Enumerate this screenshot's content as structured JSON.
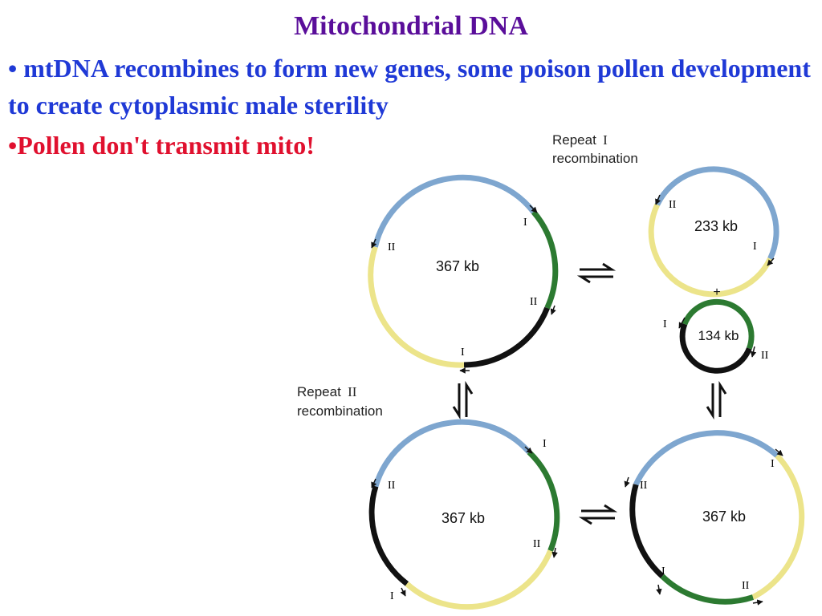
{
  "title": "Mitochondrial DNA",
  "bullets": [
    {
      "text": "• mtDNA recombines to form new genes, some poison pollen development to create cytoplasmic male sterility"
    },
    {
      "text": "•Pollen don't transmit mito!"
    }
  ],
  "colors": {
    "title": "#5a0e9a",
    "bullet_blue": "#1f39d6",
    "bullet_red": "#e0102e",
    "segment_blue": "#7ea6cf",
    "segment_green": "#2c7a31",
    "segment_yellow": "#ece48a",
    "segment_black": "#111111"
  },
  "diagram": {
    "repeat_i_label": {
      "word": "Repeat",
      "numeral": "I",
      "second_line": "recombination"
    },
    "repeat_ii_label": {
      "word": "Repeat",
      "numeral": "II",
      "second_line": "recombination"
    },
    "plus": "+",
    "circles": {
      "top_left": {
        "size": "367 kb",
        "markers": [
          "I",
          "II",
          "II",
          "I"
        ]
      },
      "top_right_large": {
        "size": "233 kb",
        "markers": [
          "II",
          "I"
        ]
      },
      "top_right_small": {
        "size": "134 kb",
        "markers": [
          "I",
          "II"
        ]
      },
      "bottom_left": {
        "size": "367 kb",
        "markers": [
          "I",
          "II",
          "II",
          "I"
        ]
      },
      "bottom_right": {
        "size": "367 kb",
        "markers": [
          "I",
          "II",
          "I",
          "II"
        ]
      }
    },
    "equilibrium_arrows": [
      "top-horizontal",
      "bottom-horizontal",
      "left-vertical",
      "right-vertical"
    ]
  }
}
